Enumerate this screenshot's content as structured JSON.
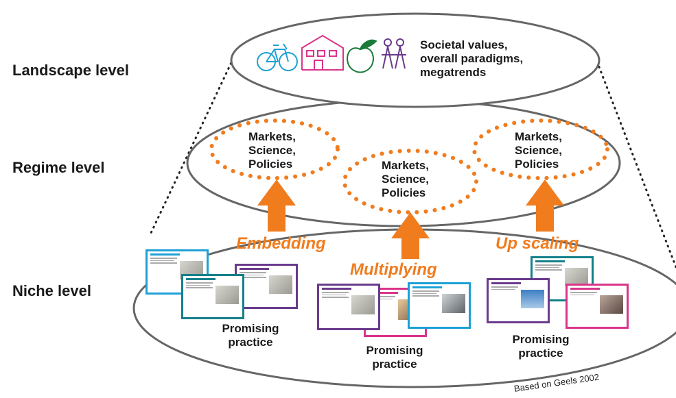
{
  "levels": {
    "landscape": "Landscape level",
    "regime": "Regime level",
    "niche": "Niche level"
  },
  "landscape_text": [
    "Societal values,",
    "overall paradigms,",
    "megatrends"
  ],
  "regime_bubbles": [
    [
      "Markets,",
      "Science,",
      "Policies"
    ],
    [
      "Markets,",
      "Science,",
      "Policies"
    ],
    [
      "Markets,",
      "Science,",
      "Policies"
    ]
  ],
  "processes": [
    "Embedding",
    "Multiplying",
    "Up scaling"
  ],
  "practice_labels": [
    [
      "Promising",
      "practice"
    ],
    [
      "Promising",
      "practice"
    ],
    [
      "Promising",
      "practice"
    ]
  ],
  "credit": "Based on Geels 2002",
  "colors": {
    "orange": "#f07c1e",
    "blue_card": "#1ca0d6",
    "teal_card": "#13808a",
    "purple_card": "#6a3a8c",
    "pink_card": "#d9348a",
    "ellipse_stroke": "#666666"
  },
  "icons": [
    "bicycle-icon",
    "house-icon",
    "apple-icon",
    "people-icon"
  ]
}
